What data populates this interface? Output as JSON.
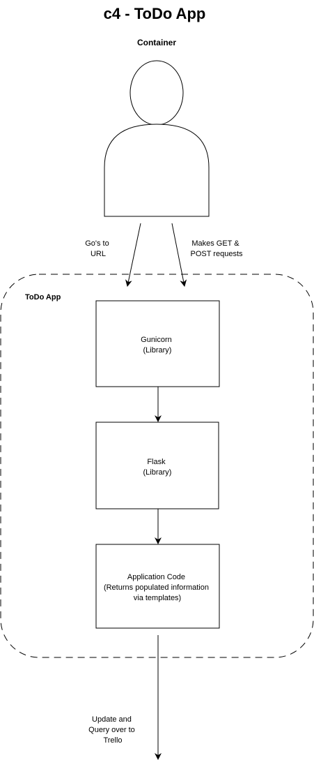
{
  "diagram": {
    "title": "c4 - ToDo App",
    "subtitle": "Container",
    "boundary_label": "ToDo App",
    "edges": {
      "goto_url": [
        "Go's to",
        "URL"
      ],
      "get_post": [
        "Makes GET &",
        "POST requests"
      ],
      "trello": [
        "Update and",
        "Query over to",
        "Trello"
      ]
    },
    "nodes": {
      "gunicorn": [
        "Gunicorn",
        "(Library)"
      ],
      "flask": [
        "Flask",
        "(Library)"
      ],
      "app_code": [
        "Application Code",
        "(Returns populated information",
        "via templates)"
      ]
    },
    "colors": {
      "stroke": "#000000",
      "fill": "#ffffff",
      "text": "#000000"
    }
  }
}
